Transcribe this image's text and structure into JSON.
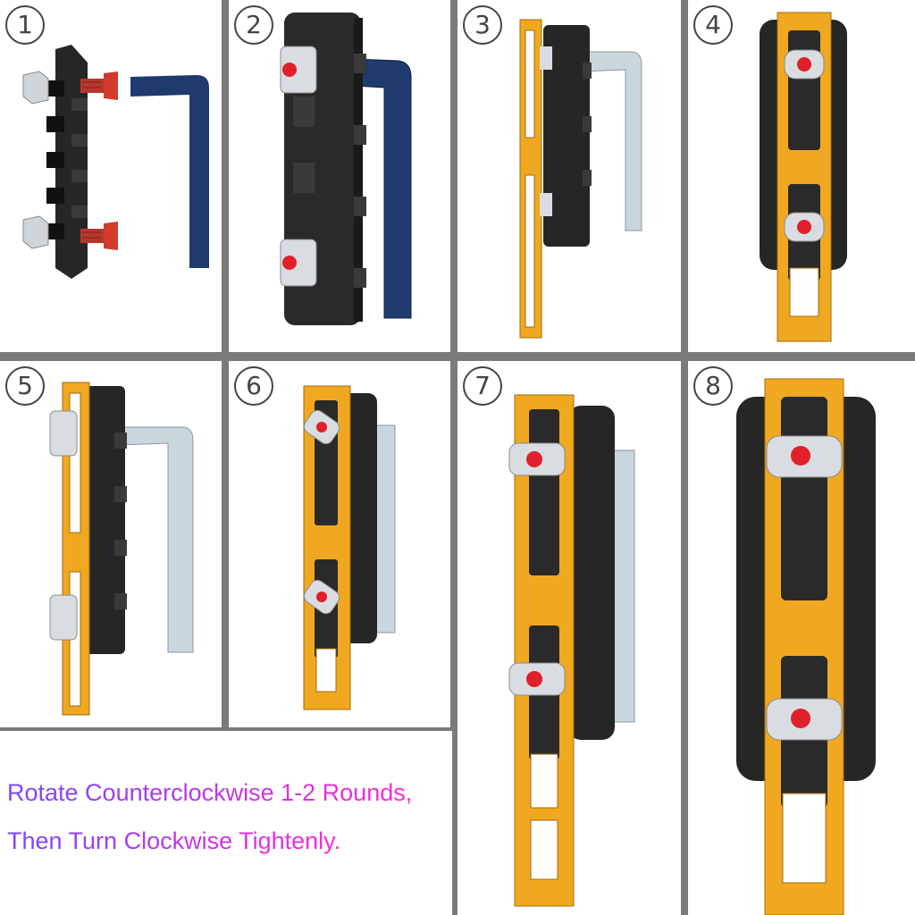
{
  "steps": [
    {
      "label": "1"
    },
    {
      "label": "2"
    },
    {
      "label": "3"
    },
    {
      "label": "4"
    },
    {
      "label": "5"
    },
    {
      "label": "6"
    },
    {
      "label": "7"
    },
    {
      "label": "8"
    }
  ],
  "caption": {
    "line1": "Rotate Counterclockwise 1-2 Rounds,",
    "line2": "Then Turn Clockwise Tightenly."
  },
  "colors": {
    "rail": "#2b2b2b",
    "plate": "#f0a820",
    "screw_head": "#e0202a",
    "nut": "#d9dde2",
    "hex_key_blue": "#1e3a6e",
    "hex_key_silver": "#c9d6de",
    "caption_start": "#7a45ff",
    "caption_end": "#ff2ad4"
  }
}
